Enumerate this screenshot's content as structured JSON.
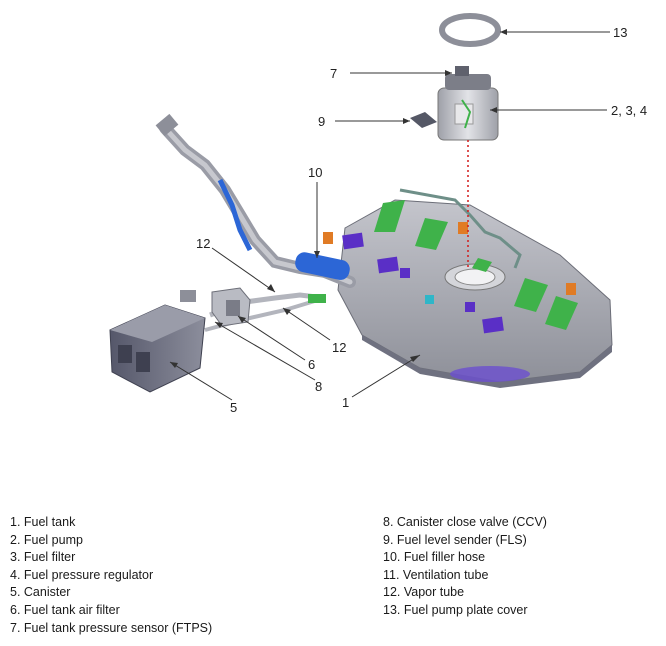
{
  "callouts": {
    "c13": "13",
    "c7": "7",
    "c9": "9",
    "c234": "2, 3, 4",
    "c10": "10",
    "c12a": "12",
    "c12b": "12",
    "c6": "6",
    "c8": "8",
    "c5": "5",
    "c1": "1"
  },
  "legend": {
    "left": [
      "1. Fuel tank",
      "2. Fuel pump",
      "3. Fuel filter",
      "4. Fuel pressure regulator",
      "5. Canister",
      "6. Fuel tank air filter",
      "7. Fuel tank pressure sensor (FTPS)"
    ],
    "right": [
      "8. Canister close valve (CCV)",
      "9. Fuel level sender (FLS)",
      "10. Fuel filler hose",
      "11. Ventilation tube",
      "12. Vapor tube",
      "13. Fuel pump plate cover"
    ]
  },
  "colors": {
    "tank": "#a9aab3",
    "tank_dark": "#7c7e88",
    "green_part": "#3fb24a",
    "blue_hose": "#2c66d6",
    "purple_part": "#5a2fc6",
    "orange_part": "#e07b25",
    "canister": "#6a6c78",
    "red_dotted": "#d11a1a"
  }
}
